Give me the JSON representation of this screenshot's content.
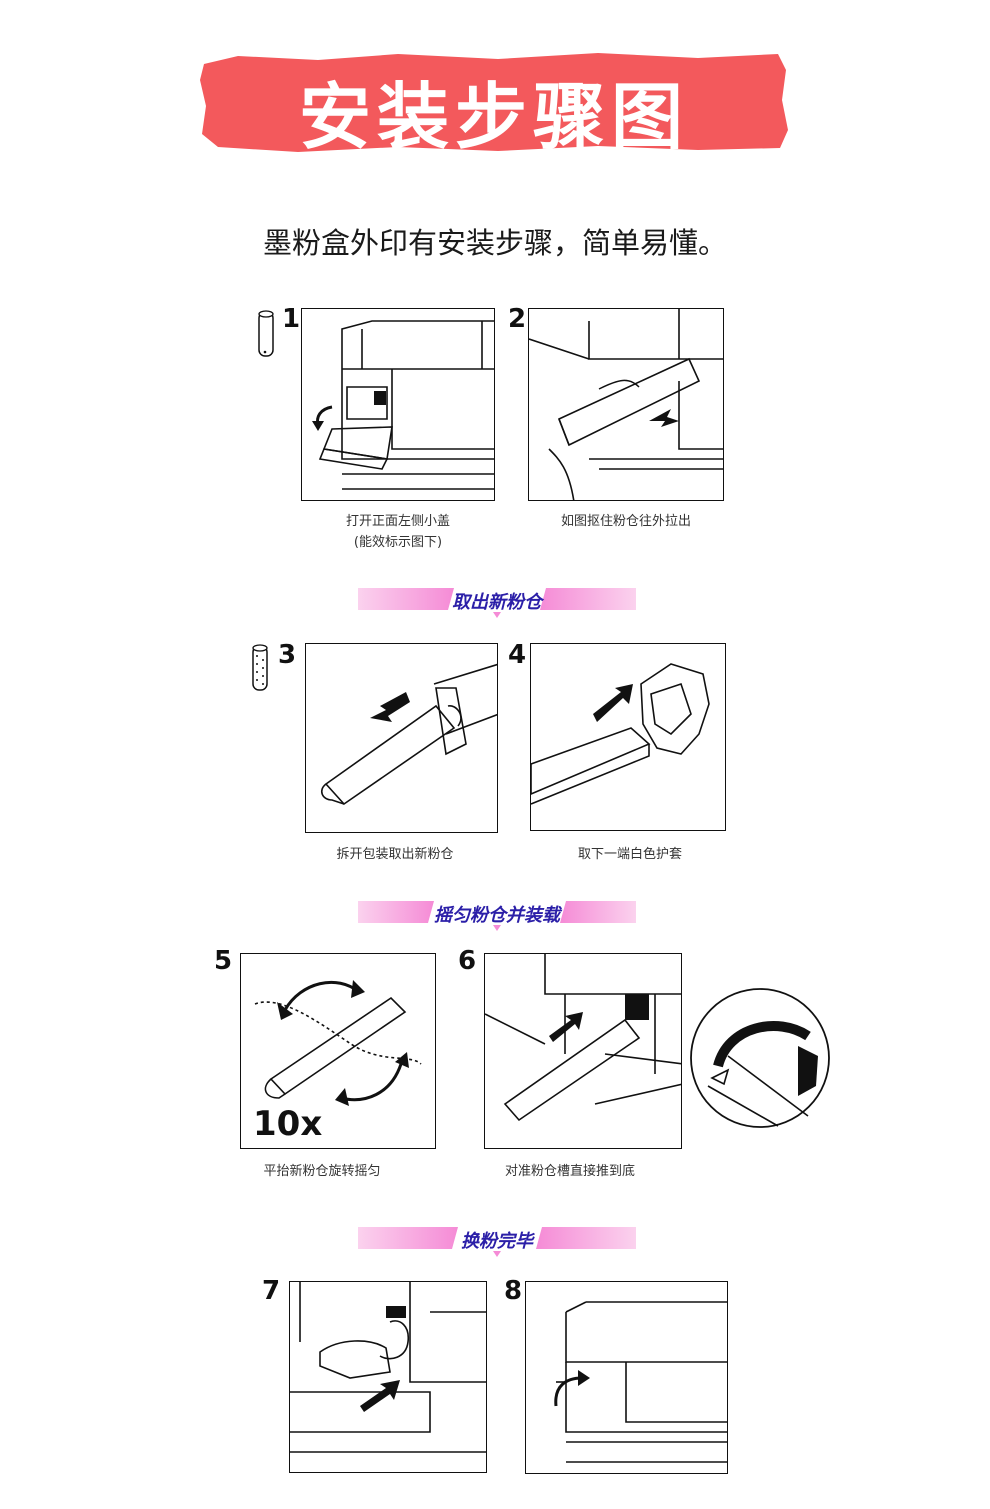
{
  "banner": {
    "title": "安装步骤图",
    "color": "#f3595c"
  },
  "subtitle": "墨粉盒外印有安装步骤，简单易懂。",
  "sections": [
    {
      "label": "取出新粉仓"
    },
    {
      "label": "摇匀粉仓并装载"
    },
    {
      "label": "换粉完毕"
    }
  ],
  "steps": [
    {
      "number": "1",
      "caption_line1": "打开正面左侧小盖",
      "caption_line2": "(能效标示图下)"
    },
    {
      "number": "2",
      "caption_line1": "如图抠住粉仓往外拉出"
    },
    {
      "number": "3",
      "caption_line1": "拆开包装取出新粉仓"
    },
    {
      "number": "4",
      "caption_line1": "取下一端白色护套"
    },
    {
      "number": "5",
      "caption_line1": "平抬新粉仓旋转摇匀",
      "overlay": "10x"
    },
    {
      "number": "6",
      "caption_line1": "对准粉仓槽直接推到底"
    },
    {
      "number": "7"
    },
    {
      "number": "8"
    }
  ],
  "colors": {
    "accent_pink": "#f6a9dc",
    "section_text": "#2b1fa8"
  }
}
